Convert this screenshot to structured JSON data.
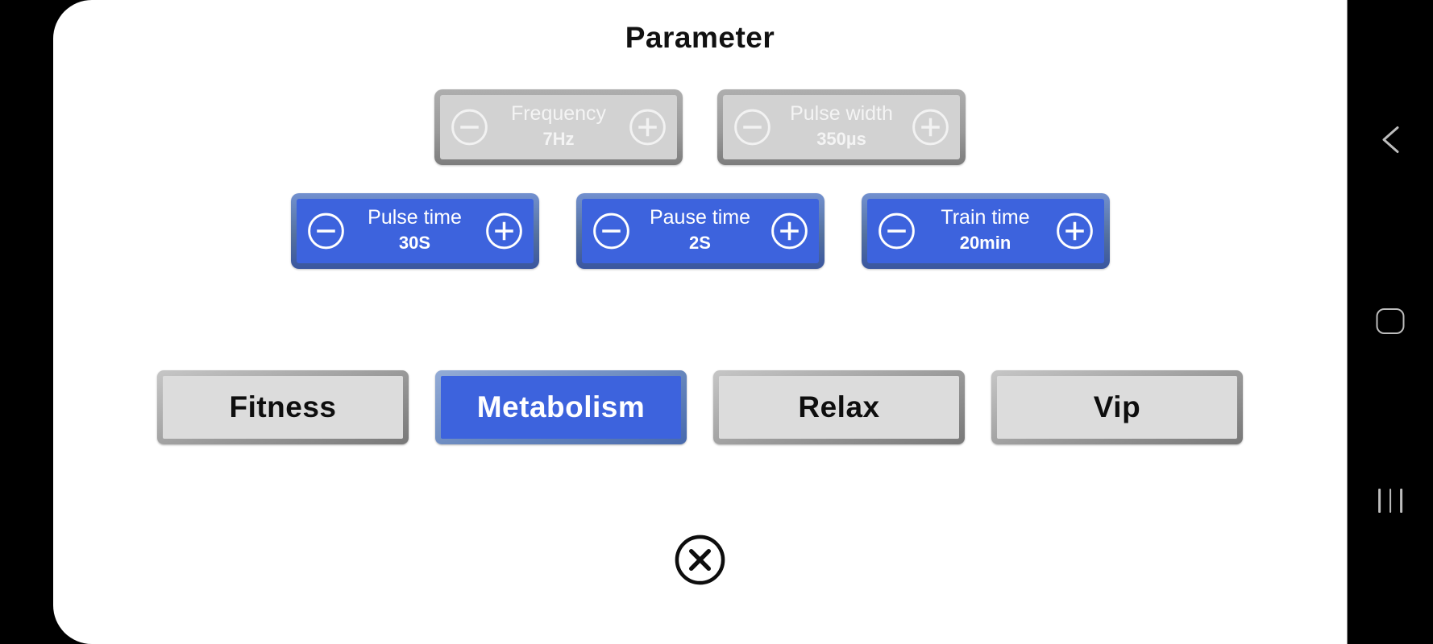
{
  "title": "Parameter",
  "parameters": [
    {
      "label": "Frequency",
      "value": "7Hz",
      "disabled": true
    },
    {
      "label": "Pulse width",
      "value": "350µs",
      "disabled": true
    },
    {
      "label": "Pulse time",
      "value": "30S",
      "disabled": false
    },
    {
      "label": "Pause time",
      "value": "2S",
      "disabled": false
    },
    {
      "label": "Train time",
      "value": "20min",
      "disabled": false
    }
  ],
  "modes": [
    {
      "label": "Fitness",
      "selected": false
    },
    {
      "label": "Metabolism",
      "selected": true
    },
    {
      "label": "Relax",
      "selected": false
    },
    {
      "label": "Vip",
      "selected": false
    }
  ],
  "icons": {
    "decrement": "minus-circle",
    "increment": "plus-circle",
    "close": "circle-x",
    "nav_back": "chevron-left",
    "nav_home": "rounded-square-outline",
    "nav_recents": "three-vertical-bars"
  },
  "colors": {
    "accent_blue": "#3d63dd",
    "panel_gray": "#d2d2d2",
    "mode_gray": "#dcdcdc",
    "nav_background": "#000000",
    "nav_icon": "#bdbdbd",
    "text_dark": "#0e0e0e",
    "text_light": "#ffffff"
  }
}
